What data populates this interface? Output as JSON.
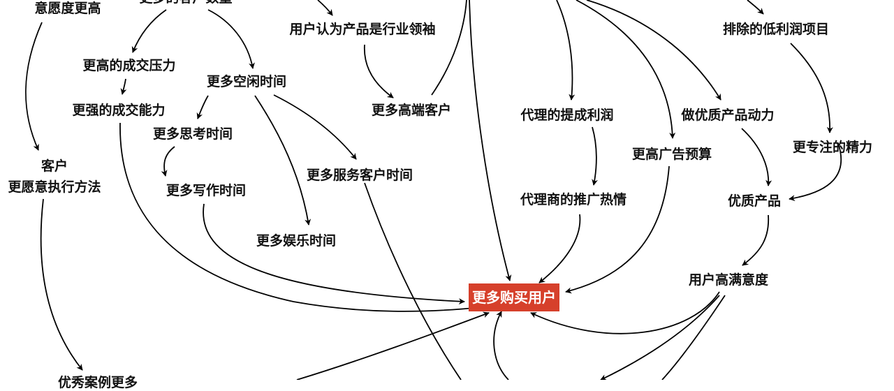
{
  "nodes": {
    "will_higher": "意愿度更高",
    "more_clients": "更多的客户数量",
    "leader": "用户认为产品是行业领袖",
    "excluded": "排除的低利润项目",
    "pressure": "更高的成交压力",
    "close_ability": "更强的成交能力",
    "idle_time": "更多空闲时间",
    "high_end": "更多高端客户",
    "agent_profit": "代理的提成利润",
    "quality_drive": "做优质产品动力",
    "focus": "更专注的精力",
    "ad_budget": "更高广告预算",
    "client_exec": "客户\n更愿意执行方法",
    "think_time": "更多思考时间",
    "service_time": "更多服务客户时间",
    "write_time": "更多写作时间",
    "agent_passion": "代理商的推广热情",
    "quality_product": "优质产品",
    "fun_time": "更多娱乐时间",
    "satisfaction": "用户高满意度",
    "more_buyers": "更多购买用户",
    "bottom_left": "优秀案例更多"
  }
}
